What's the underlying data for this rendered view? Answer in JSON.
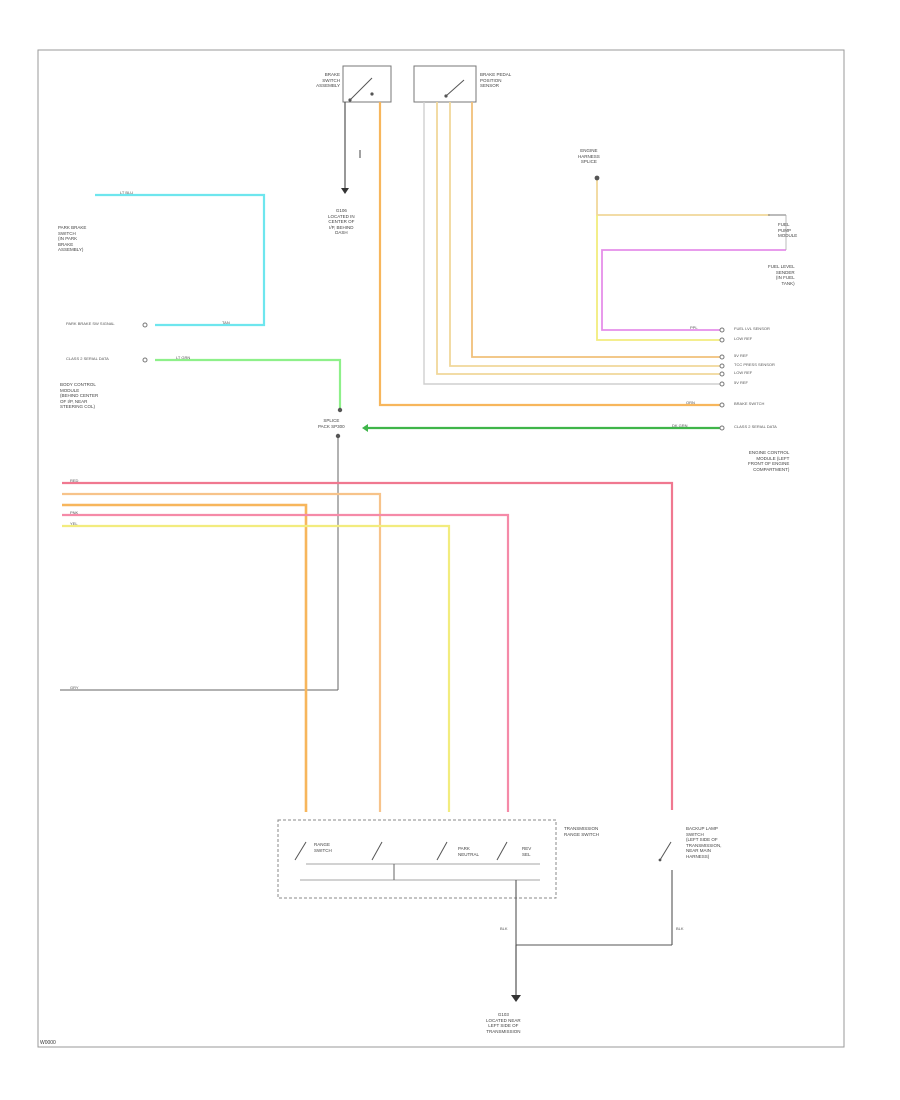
{
  "footer_code": "W0000",
  "colors": {
    "lt_blu": "#6ee6ee",
    "lt_grn": "#8ef08a",
    "dk_grn": "#3fb54a",
    "tan": "#f1d79a",
    "yel": "#f2ec7e",
    "orn": "#f7b65c",
    "ppl": "#e58fe9",
    "pnk": "#f58aa8",
    "red": "#f07890",
    "gry": "#bdbdbd",
    "blk": "#444444",
    "frame": "#9a9a9a"
  },
  "components": {
    "brake_switch": "BRAKE\nSWITCH\nASSEMBLY",
    "brake_pedal_switch": "BRAKE PEDAL\nPOSITION\nSENSOR",
    "park_brake": "PARK BRAKE\nSWITCH\n(IN PARK\nBRAKE\nASSEMBLY)",
    "g106": "G106\nLOCATED IN\nCENTER OF\nI/P, BEHIND\nDASH",
    "body_control": "BODY CONTROL\nMODULE\n(BEHIND CENTER\nOF I/P, NEAR\nSTEERING COL)",
    "splice": "SPLICE\nPACK SP300",
    "engine_harness": "ENGINE\nHARNESS\nSPLICE",
    "fuel_pump": "FUEL\nPUMP\nMODULE",
    "fuel_sender": "FUEL LEVEL\nSENDER\n(IN FUEL\nTANK)",
    "ecm": "ENGINE CONTROL\nMODULE (LEFT\nFRONT OF ENGINE\nCOMPARTMENT)",
    "transmission_switch": "TRANSMISSION\nRANGE SWITCH",
    "switch_inner_a": "RANGE\nSWITCH",
    "switch_inner_b": "PARK\nNEUTRAL",
    "switch_inner_c": "REV\nSEL",
    "backup_switch": "BACKUP LAMP\nSWITCH\n(LEFT SIDE OF\nTRANSMISSION,\nNEAR MAIN\nHARNESS)",
    "g103": "G103\nLOCATED NEAR\nLEFT SIDE OF\nTRANSMISSION"
  },
  "wire_labels": {
    "ltblu": "LT BLU",
    "tan": "TAN",
    "ltgrn": "LT GRN",
    "dkgrn": "DK GRN",
    "orn": "ORN",
    "ppl": "PPL",
    "pnk": "PNK",
    "red": "RED",
    "gry": "GRY",
    "blk": "BLK",
    "yel": "YEL"
  },
  "ecm_pins": [
    "FUEL LVL SENSOR",
    "LOW REF",
    "5V REF",
    "TCC PRESS SENSOR",
    "LOW REF",
    "5V REF",
    "BRAKE SWITCH",
    "CLASS 2 SERIAL DATA"
  ],
  "bcm_pins": [
    "PARK BRAKE SW SIGNAL",
    "CLASS 2 SERIAL DATA"
  ]
}
